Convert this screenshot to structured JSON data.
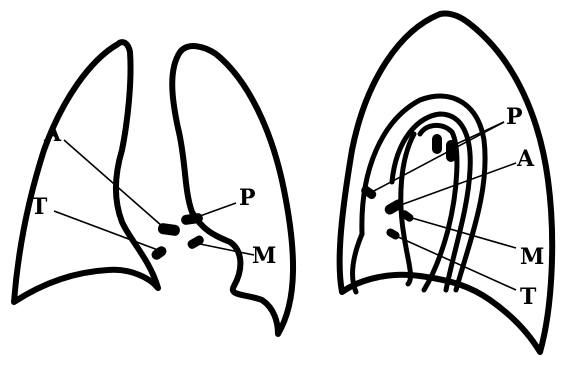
{
  "left_view": {
    "labels": {
      "a": "A",
      "t": "T",
      "p": "P",
      "m": "M"
    }
  },
  "right_view": {
    "labels": {
      "p": "P",
      "a": "A",
      "m": "M",
      "t": "T"
    }
  }
}
